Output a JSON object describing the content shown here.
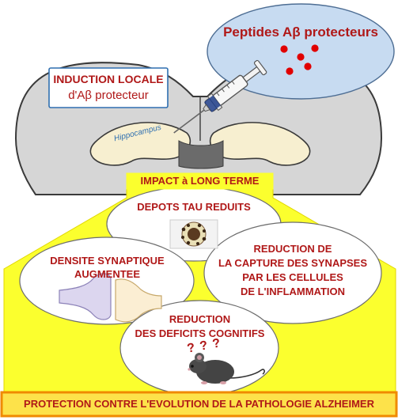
{
  "colors": {
    "brain_fill": "#d6d6d6",
    "brain_stroke": "#3a3a3a",
    "hippocampus_fill": "#f7efd0",
    "bubble_fill": "#c7dbf1",
    "bubble_stroke": "#4e6e94",
    "yellow": "#fbff2e",
    "dark_red": "#b01818",
    "peptide_red": "#e10000",
    "banner_fill": "#fde24a",
    "banner_stroke": "#f08a00",
    "label_stroke": "#2f6fb0",
    "ellipse_fill": "#ffffff",
    "ellipse_stroke": "#6d6d6d"
  },
  "peptides": {
    "title": "Peptides Aβ protecteurs",
    "dot_count": 5
  },
  "induction": {
    "line1": "INDUCTION LOCALE",
    "line2": "d'Aβ protecteur"
  },
  "hippocampus_label": "Hippocampus",
  "impact_label": "IMPACT à LONG TERME",
  "effects": {
    "tau": "DEPOTS TAU REDUITS",
    "synaptic": {
      "line1": "DENSITE SYNAPTIQUE",
      "line2": "AUGMENTEE"
    },
    "capture": {
      "line1": "REDUCTION DE",
      "line2": "LA CAPTURE DES SYNAPSES",
      "line3": "PAR LES CELLULES",
      "line4": "DE L'INFLAMMATION"
    },
    "cognitive": {
      "line1": "REDUCTION",
      "line2": "DES DEFICITS COGNITIFS"
    },
    "question_marks": "? ? ?"
  },
  "bottom_banner": "PROTECTION CONTRE L'EVOLUTION DE LA PATHOLOGIE ALZHEIMER"
}
